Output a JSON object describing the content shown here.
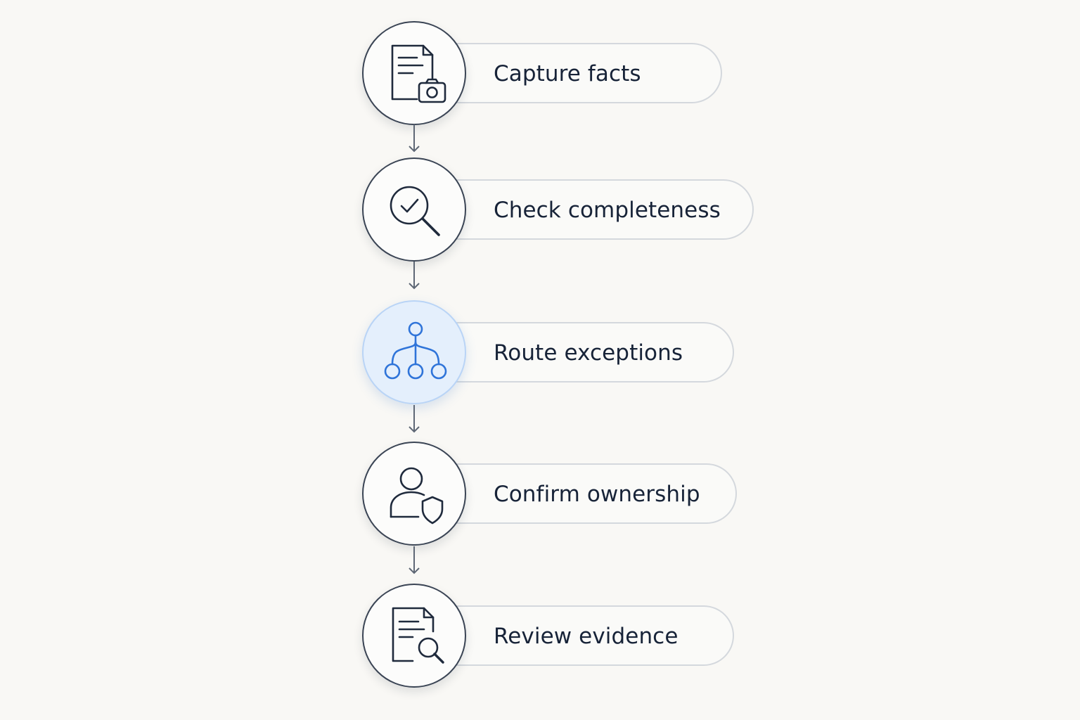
{
  "steps": [
    {
      "label": "Capture facts",
      "icon": "document-camera-icon",
      "active": false
    },
    {
      "label": "Check completeness",
      "icon": "magnifier-check-icon",
      "active": false
    },
    {
      "label": "Route exceptions",
      "icon": "hierarchy-tree-icon",
      "active": true
    },
    {
      "label": "Confirm ownership",
      "icon": "user-shield-icon",
      "active": false
    },
    {
      "label": "Review evidence",
      "icon": "document-search-icon",
      "active": false
    }
  ],
  "colors": {
    "background": "#f9f8f5",
    "icon_stroke": "#1f2a3c",
    "active_icon": "#2f74d9",
    "active_fill": "#e4effc",
    "pill_border": "#d4d8dd",
    "label_text": "#172338"
  }
}
